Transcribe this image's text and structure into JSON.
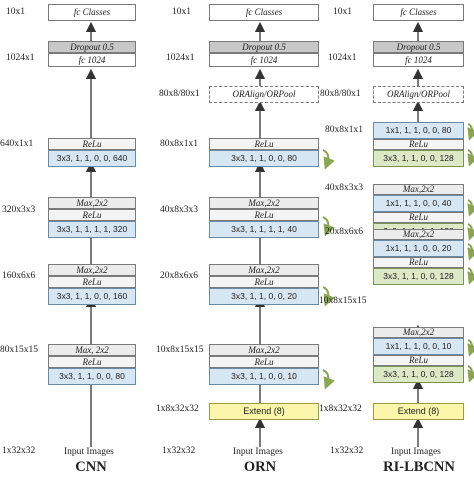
{
  "columns": {
    "cnn": {
      "title": "CNN",
      "input": "Input Images",
      "size_labels": [
        "10x1",
        "1024x1",
        "640x1x1",
        "320x3x3",
        "160x6x6",
        "80x15x15",
        "1x32x32"
      ],
      "classes": "fc Classes",
      "dropout": "Dropout 0.5",
      "fc1024": "fc 1024",
      "relu": "ReLu",
      "max": "Max, 2x2",
      "max_b": "Max,2x2",
      "conv640": "3x3, 1, 1, 0, 0, 640",
      "conv320": "3x3, 1, 1, 1, 1, 320",
      "conv160": "3x3, 1, 1, 0, 0, 160",
      "conv80": "3x3, 1, 1, 0, 0, 80"
    },
    "orn": {
      "title": "ORN",
      "input": "Input Images",
      "size_labels": [
        "10x1",
        "1024x1",
        "80x8/80x1",
        "80x8x1x1",
        "40x8x3x3",
        "20x8x6x6",
        "10x8x15x15",
        "1x8x32x32",
        "1x32x32"
      ],
      "classes": "fc Classes",
      "dropout": "Dropout 0.5",
      "fc1024": "fc 1024",
      "oralign": "ORAlign/ORPool",
      "relu": "ReLu",
      "max": "Max,2x2",
      "conv80": "3x3, 1, 1, 0, 0, 80",
      "conv40": "3x3, 1, 1, 1, 1, 40",
      "conv20": "3x3, 1, 1, 0, 0, 20",
      "conv10": "3x3, 1, 1, 0, 0, 10",
      "extend": "Extend (8)"
    },
    "rilbcnn": {
      "title": "RI-LBCNN",
      "input": "Input Images",
      "size_labels": [
        "10x1",
        "1024x1",
        "80x8/80x1",
        "80x8x1x1",
        "40x8x3x3",
        "20x8x6x6",
        "10x8x15x15",
        "1x8x32x32",
        "1x32x32"
      ],
      "classes": "fc Classes",
      "dropout": "Dropout 0.5",
      "fc1024": "fc 1024",
      "oralign": "ORAlign/ORPool",
      "relu": "ReLu",
      "max": "Max,2x2",
      "b80_1": "1x1, 1, 1, 0, 0, 80",
      "b80_3": "3x3, 1, 1, 0, 0, 128",
      "b40_1": "1x1, 1, 1, 0, 0, 40",
      "b40_3": "3x3, 1, 1, 1, 1, 128",
      "b20_1": "1x1, 1, 1, 0, 0, 20",
      "b20_3": "3x3, 1, 1, 0, 0, 128",
      "b10_1": "1x1, 1, 1, 0, 0, 10",
      "b10_3": "3x3, 1, 1, 0, 0, 128",
      "extend": "Extend (8)"
    }
  },
  "colors": {
    "conv_blue": "#d6e6f3",
    "lbc_green": "#dde8c6",
    "extend_yellow": "#fbf6a9",
    "dropout_gray": "#c8c8c8",
    "rotate_arrow_green": "#8aa64e"
  }
}
